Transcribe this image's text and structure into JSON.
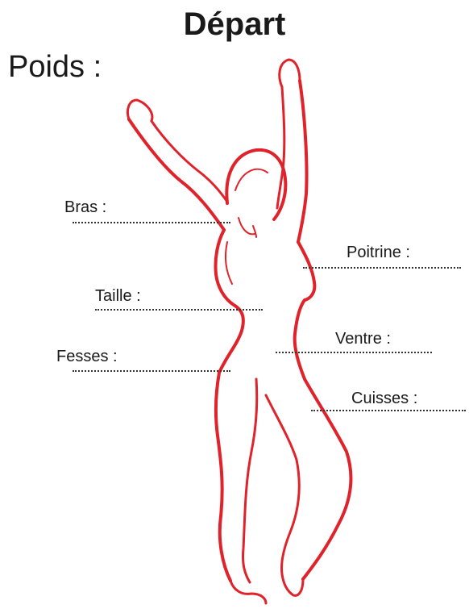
{
  "title": "Départ",
  "weight": {
    "label": "Poids :"
  },
  "measurements": {
    "bras": "Bras :",
    "poitrine": "Poitrine :",
    "taille": "Taille :",
    "ventre": "Ventre :",
    "fesses": "Fesses :",
    "cuisses": "Cuisses :"
  },
  "colors": {
    "figure_stroke": "#e0232b",
    "text": "#1a1a1a",
    "dotted_line": "#333333"
  }
}
